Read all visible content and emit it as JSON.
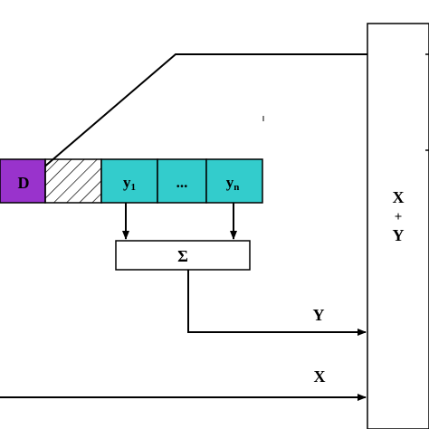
{
  "cells": {
    "d_label": "D",
    "y1_main": "y",
    "y1_sub": "1",
    "ellipsis": "...",
    "yn_main": "y",
    "yn_sub": "n"
  },
  "sum_block": {
    "symbol": "Σ"
  },
  "output_block": {
    "line1": "X",
    "line2": "+",
    "line3": "Y"
  },
  "signals": {
    "y_label": "Y",
    "x_label": "X"
  },
  "colors": {
    "d_cell": "#9933cc",
    "y_cells": "#33cccc",
    "stroke": "#000000",
    "background": "#ffffff"
  }
}
